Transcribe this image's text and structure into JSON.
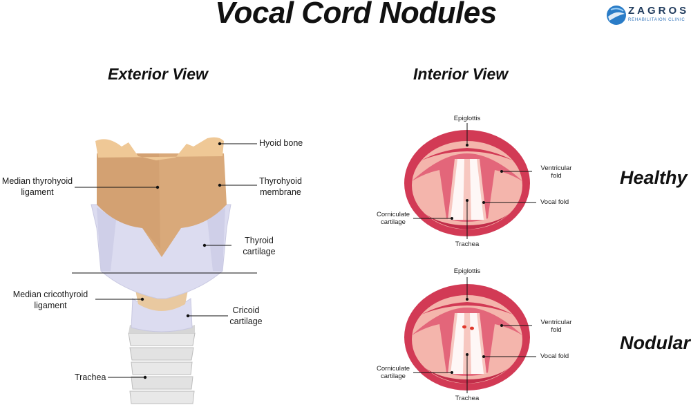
{
  "title": "Vocal Cord Nodules",
  "logo": {
    "name": "ZAGROS",
    "subtitle": "REHABILITAION CLINIC"
  },
  "exterior": {
    "title": "Exterior View",
    "labels": {
      "hyoid_bone": "Hyoid bone",
      "median_thyrohyoid_1": "Median thyrohyoid",
      "median_thyrohyoid_2": "ligament",
      "thyrohyoid_1": "Thyrohyoid",
      "thyrohyoid_2": "membrane",
      "thyroid_1": "Thyroid",
      "thyroid_2": "cartilage",
      "cricothyroid_1": "Median cricothyroid",
      "cricothyroid_2": "ligament",
      "cricoid_1": "Cricoid",
      "cricoid_2": "cartilage",
      "trachea": "Trachea"
    }
  },
  "interior": {
    "title": "Interior View",
    "healthy": {
      "state": "Healthy",
      "epiglottis": "Epiglottis",
      "ventricular_1": "Ventricular",
      "ventricular_2": "fold",
      "vocal_fold": "Vocal fold",
      "corniculate_1": "Corniculate",
      "corniculate_2": "cartilage",
      "trachea": "Trachea"
    },
    "nodular": {
      "state": "Nodular",
      "epiglottis": "Epiglottis",
      "ventricular_1": "Ventricular",
      "ventricular_2": "fold",
      "vocal_fold": "Vocal fold",
      "corniculate_1": "Corniculate",
      "corniculate_2": "cartilage",
      "trachea": "Trachea"
    }
  },
  "colors": {
    "thyroid_tan": "#d9a97a",
    "hyoid": "#efc896",
    "cartilage_lilac": "#dcdcf0",
    "trachea_grey": "#e4e4e4",
    "larynx_red": "#d23a55",
    "fold_pink": "#f4b5ac",
    "nodule_red": "#e0382b"
  }
}
